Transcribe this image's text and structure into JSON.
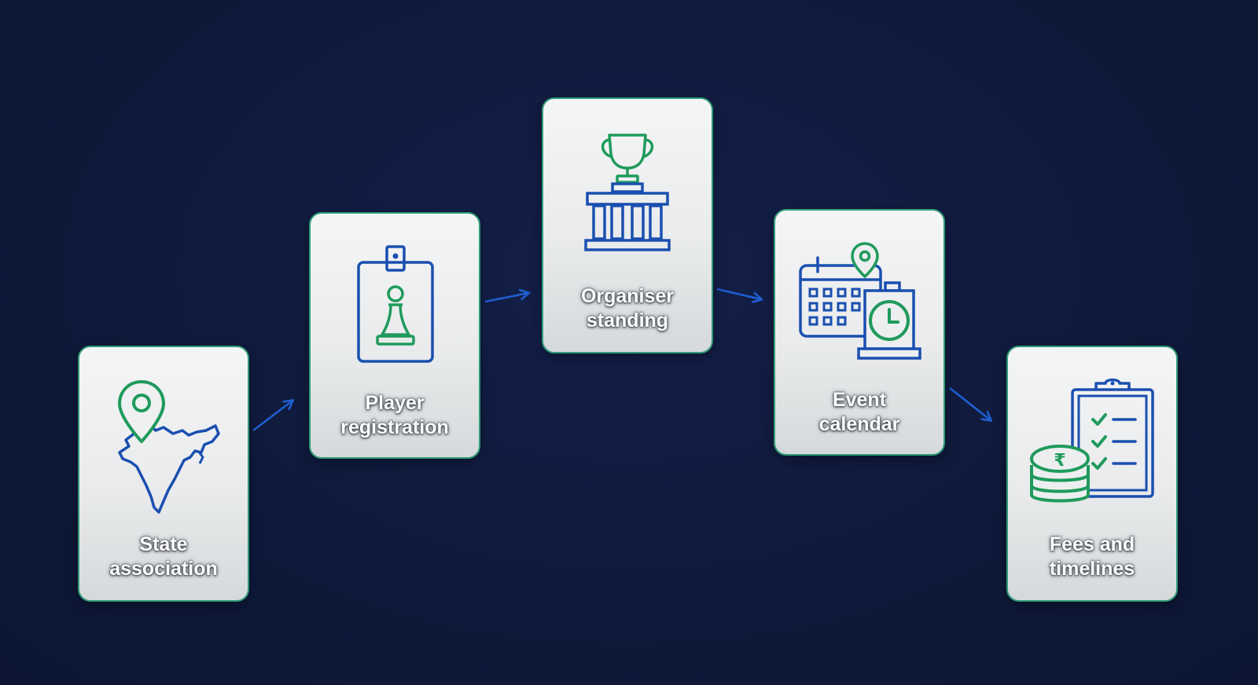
{
  "cards": [
    {
      "label": "State\nassociation",
      "icon": "india-map-location-icon"
    },
    {
      "label": "Player\nregistration",
      "icon": "player-id-badge-chess-pawn-icon"
    },
    {
      "label": "Organiser\nstanding",
      "icon": "trophy-podium-icon"
    },
    {
      "label": "Event\ncalendar",
      "icon": "calendar-clock-location-icon"
    },
    {
      "label": "Fees and\ntimelines",
      "icon": "rupee-coins-checklist-icon"
    }
  ],
  "colors": {
    "background": "#0f1a3c",
    "card_border": "#2f9a77",
    "icon_blue": "#1a4fb0",
    "icon_green": "#1f9a5c",
    "arrow": "#1f5fd0"
  }
}
